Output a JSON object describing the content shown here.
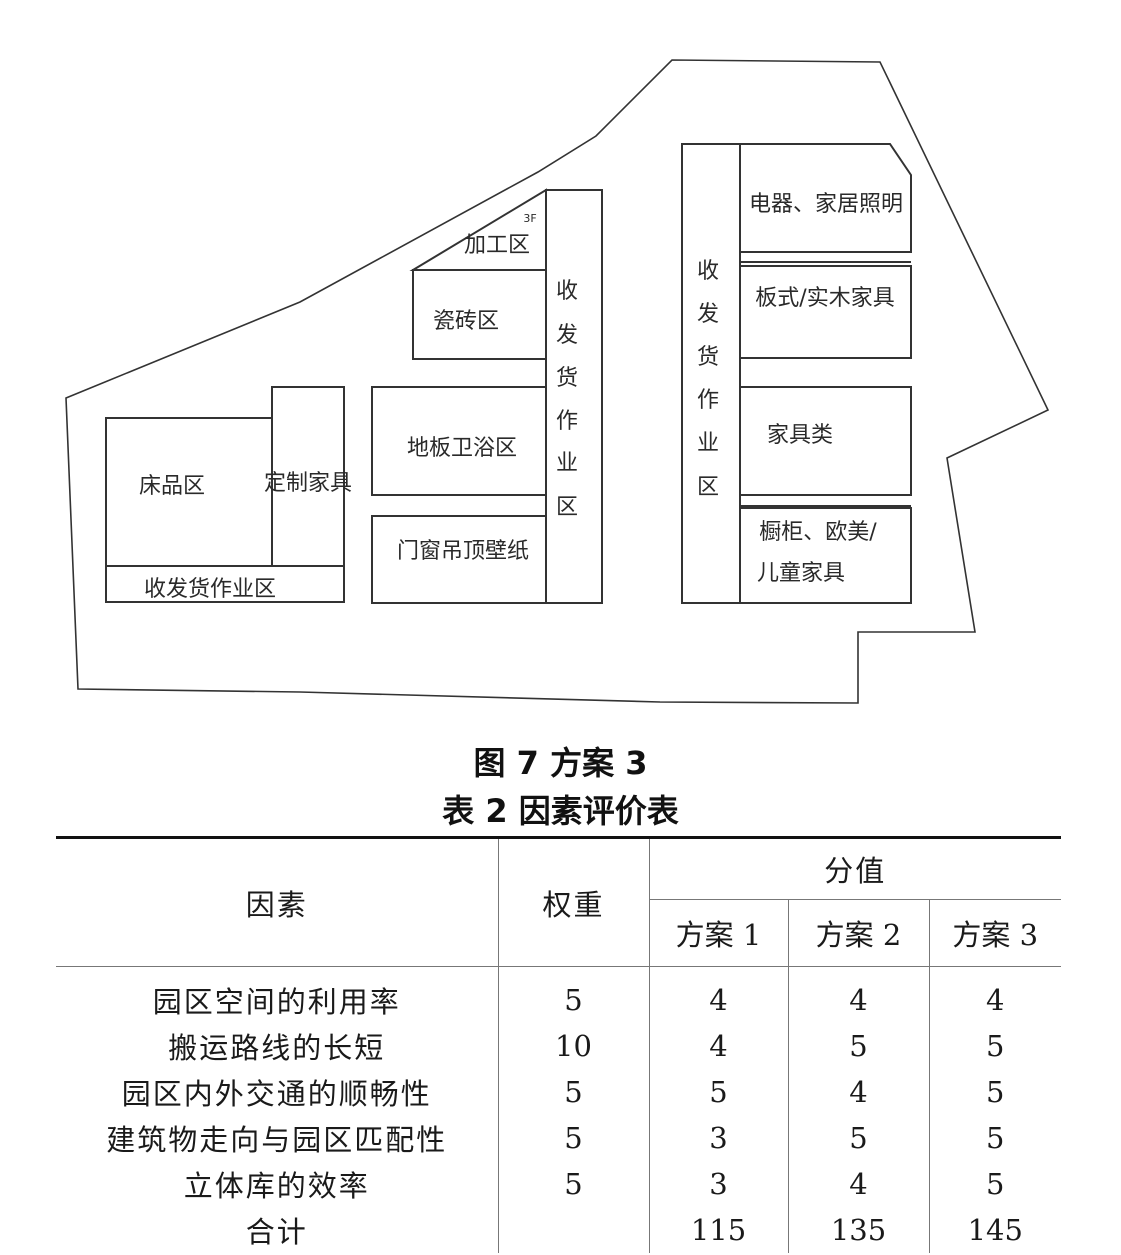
{
  "figure": {
    "zones": {
      "processing": "加工区",
      "floor3": "3F",
      "tiles": "瓷砖区",
      "floor_bath": "地板卫浴区",
      "doors": "门窗吊顶壁纸",
      "bedding": "床品区",
      "custom_furniture": "定制家具",
      "left_dock": "收发货作业区",
      "mid_dock": [
        "收",
        "发",
        "货",
        "作",
        "业",
        "区"
      ],
      "right_dock": [
        "收",
        "发",
        "货",
        "作",
        "业",
        "区"
      ],
      "appliances": "电器、家居照明",
      "panel_furniture": "板式/实木家具",
      "furniture": "家具类",
      "cabinets_line1": "橱柜、欧美/",
      "cabinets_line2": "儿童家具"
    },
    "caption": "图 7  方案 3"
  },
  "table": {
    "caption": "表 2  因素评价表",
    "headers": {
      "factor": "因素",
      "weight": "权重",
      "score": "分值",
      "plans": [
        "方案 1",
        "方案 2",
        "方案 3"
      ]
    },
    "rows": [
      {
        "factor": "园区空间的利用率",
        "weight": "5",
        "p1": "4",
        "p2": "4",
        "p3": "4"
      },
      {
        "factor": "搬运路线的长短",
        "weight": "10",
        "p1": "4",
        "p2": "5",
        "p3": "5"
      },
      {
        "factor": "园区内外交通的顺畅性",
        "weight": "5",
        "p1": "5",
        "p2": "4",
        "p3": "5"
      },
      {
        "factor": "建筑物走向与园区匹配性",
        "weight": "5",
        "p1": "3",
        "p2": "5",
        "p3": "5"
      },
      {
        "factor": "立体库的效率",
        "weight": "5",
        "p1": "3",
        "p2": "4",
        "p3": "5"
      },
      {
        "factor": "合计",
        "weight": "",
        "p1": "115",
        "p2": "135",
        "p3": "145"
      }
    ]
  }
}
